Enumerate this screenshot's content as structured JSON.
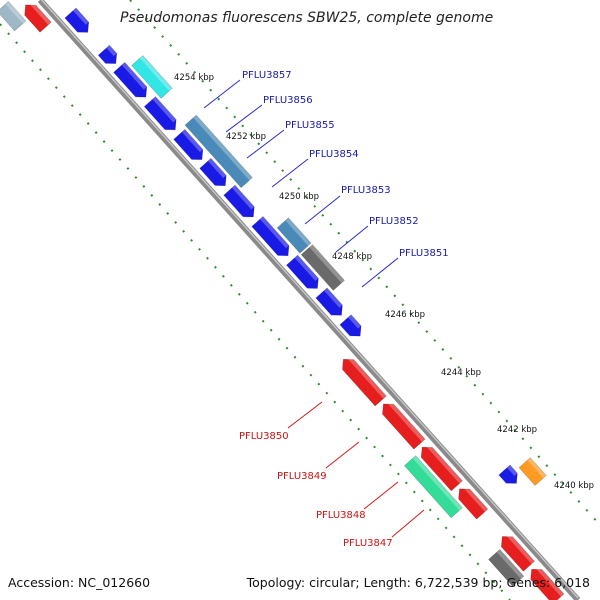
{
  "title": "Pseudomonas fluorescens SBW25, complete genome",
  "footer": {
    "accession": "Accession: NC_012660",
    "stats": "Topology: circular; Length: 6,722,539 bp; Genes: 6,018"
  },
  "colors": {
    "backbone": "#8a8a8a",
    "tick_dot": "#2e8b2e",
    "forward_gene": "#1a1ae6",
    "reverse_gene": "#e61e1e",
    "hypothetical": "#4a8ab8",
    "cyan": "#33e6e6",
    "teal": "#33dd99",
    "grey": "#6a6a6a",
    "orange": "#ff9a22",
    "label_forward": "#1a1aa8",
    "label_reverse": "#cc1414"
  },
  "ticks": [
    "4254 kbp",
    "4252 kbp",
    "4250 kbp",
    "4248 kbp",
    "4246 kbp",
    "4244 kbp",
    "4242 kbp",
    "4240 kbp"
  ],
  "genes_forward": [
    "PFLU3857",
    "PFLU3856",
    "PFLU3855",
    "PFLU3854",
    "PFLU3853",
    "PFLU3852",
    "PFLU3851"
  ],
  "genes_reverse": [
    "PFLU3850",
    "PFLU3849",
    "PFLU3848",
    "PFLU3847"
  ]
}
